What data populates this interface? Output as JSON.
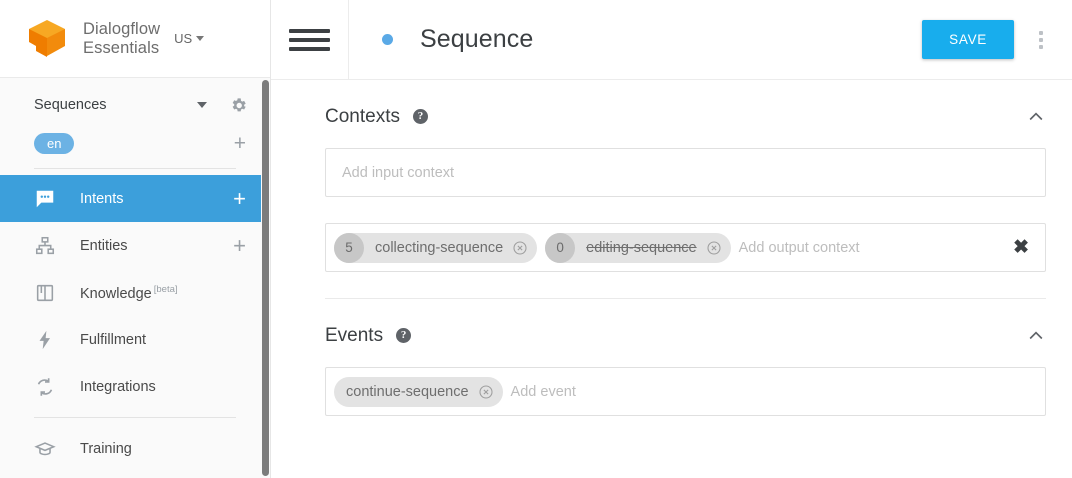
{
  "brand": {
    "logo_icon": "dialogflow-cube-logo",
    "name_line1": "Dialogflow",
    "name_line2": "Essentials",
    "region": "US"
  },
  "sidebar": {
    "agent": {
      "name": "Sequences",
      "dropdown_icon": "caret-down-icon",
      "settings_icon": "gear-icon"
    },
    "language": {
      "code": "en",
      "add_icon": "plus-icon"
    },
    "items": [
      {
        "label": "Intents",
        "icon": "intents-speech-bubble-icon",
        "active": true,
        "plus": "+"
      },
      {
        "label": "Entities",
        "icon": "entities-hierarchy-icon",
        "active": false,
        "plus": "+"
      },
      {
        "label": "Knowledge",
        "icon": "knowledge-book-icon",
        "active": false,
        "badge": "[beta]"
      },
      {
        "label": "Fulfillment",
        "icon": "fulfillment-bolt-icon",
        "active": false
      },
      {
        "label": "Integrations",
        "icon": "integrations-sync-icon",
        "active": false
      },
      {
        "label": "Training",
        "icon": "training-graduation-cap-icon",
        "active": false
      }
    ]
  },
  "header": {
    "menu_icon": "hamburger-menu-icon",
    "status_dot": "unsaved-changes-dot",
    "title": "Sequence",
    "save_label": "SAVE",
    "overflow_icon": "more-vert-icon"
  },
  "contexts": {
    "title": "Contexts",
    "help_icon": "help-icon",
    "collapse_icon": "chevron-up-icon",
    "input_placeholder": "Add input context",
    "output_placeholder": "Add output context",
    "clear_icon": "close-x-icon",
    "output_chips": [
      {
        "lifespan": "5",
        "name": "collecting-sequence",
        "struck": false,
        "remove_icon": "cancel-circle-icon"
      },
      {
        "lifespan": "0",
        "name": "editing-sequence",
        "struck": true,
        "remove_icon": "cancel-circle-icon"
      }
    ]
  },
  "events": {
    "title": "Events",
    "help_icon": "help-icon",
    "collapse_icon": "chevron-up-icon",
    "placeholder": "Add event",
    "chips": [
      {
        "name": "continue-sequence",
        "remove_icon": "cancel-circle-icon"
      }
    ]
  },
  "colors": {
    "brand_orange": "#f28b0c",
    "active_blue": "#3c9fdb",
    "save_blue": "#18aded",
    "lang_pill_blue": "#6cb2e4",
    "dot_blue": "#5aa9e6"
  }
}
